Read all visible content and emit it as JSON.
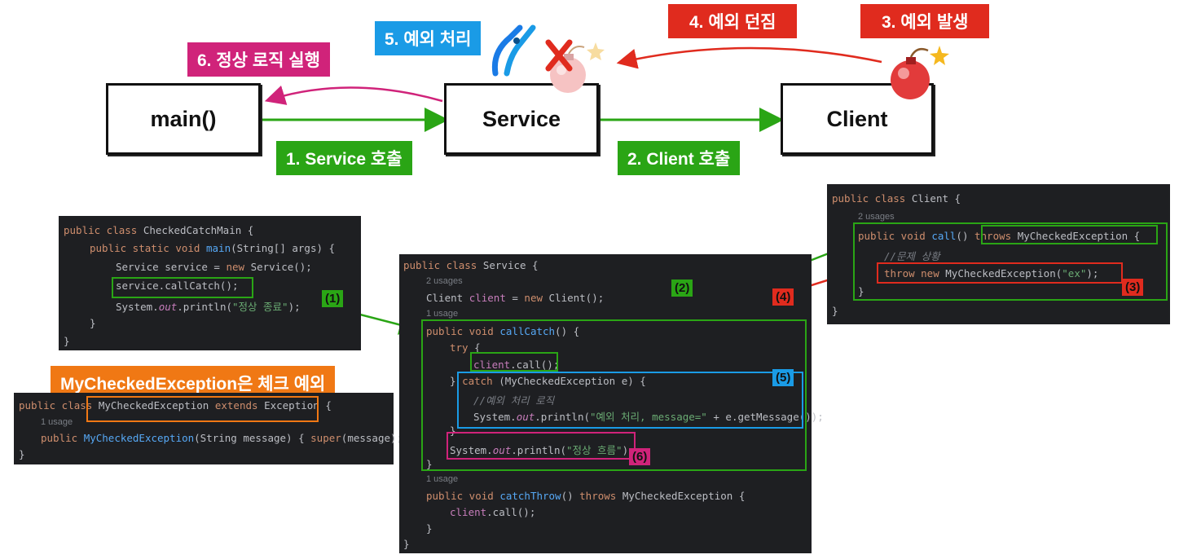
{
  "colors": {
    "green": "#2aa515",
    "red": "#e02b1e",
    "magenta": "#d0237a",
    "blue": "#1a9be6",
    "orange": "#f07814"
  },
  "boxes": {
    "main": "main()",
    "service": "Service",
    "client": "Client"
  },
  "tags": {
    "step1": "1. Service 호출",
    "step2": "2. Client 호출",
    "step3": "3. 예외 발생",
    "step4": "4. 예외 던짐",
    "step5": "5. 예외 처리",
    "step6": "6. 정상 로직 실행",
    "checked": "MyCheckedException은 체크 예외"
  },
  "icons": {
    "bomb": "bomb-icon",
    "defused_bomb": "defused-bomb-icon",
    "pliers": "pliers-icon",
    "cross": "cross-mark-icon"
  },
  "markers": [
    "(1)",
    "(2)",
    "(3)",
    "(4)",
    "(5)",
    "(6)"
  ],
  "main_code": {
    "l1_kw": "public class ",
    "l1_rest": "CheckedCatchMain {",
    "l2_kw": "public static void ",
    "l2_fn": "main",
    "l2_rest": "(String[] args) {",
    "l3_a": "Service service = ",
    "l3_kw": "new ",
    "l3_b": "Service();",
    "l4": "service.callCatch();",
    "l5_a": "System.",
    "l5_out": "out",
    "l5_b": ".println(",
    "l5_str": "\"정상 종료\"",
    "l5_c": ");",
    "l6": "}",
    "l7": "}"
  },
  "exception_code": {
    "l1_kw": "public class ",
    "l1_name": "MyCheckedException ",
    "l1_ext": "extends ",
    "l1_rest": "Exception {",
    "usage": "1 usage",
    "l2_kw": "public ",
    "l2_fn": "MyCheckedException",
    "l2_rest": "(String message) ",
    "l2_body_a": "{ ",
    "l2_super": "super",
    "l2_body_b": "(message); }",
    "l3": "}"
  },
  "service_code": {
    "l1_kw": "public class ",
    "l1_rest": "Service {",
    "usage1": "2 usages",
    "l2_a": "Client ",
    "l2_fld": "client",
    "l2_b": " = ",
    "l2_kw": "new ",
    "l2_c": "Client();",
    "usage2": "1 usage",
    "l3_kw": "public void ",
    "l3_fn": "callCatch",
    "l3_rest": "() {",
    "l4_kw": "try ",
    "l4_rest": "{",
    "l5_fld": "client",
    "l5_rest": ".call();",
    "l6_a": "} ",
    "l6_kw": "catch ",
    "l6_rest": "(MyCheckedException e) {",
    "l7": "//예외 처리 로직",
    "l8_a": "System.",
    "l8_out": "out",
    "l8_b": ".println(",
    "l8_str": "\"예외 처리, message=\"",
    "l8_c": " + e.getMessage());",
    "l9": "}",
    "l10_a": "System.",
    "l10_out": "out",
    "l10_b": ".println(",
    "l10_str": "\"정상 흐름\"",
    "l10_c": ");",
    "l11": "}",
    "usage3": "1 usage",
    "l12_kw": "public void ",
    "l12_fn": "catchThrow",
    "l12_a": "() ",
    "l12_kw2": "throws ",
    "l12_rest": "MyCheckedException {",
    "l13_fld": "client",
    "l13_rest": ".call();",
    "l14": "}",
    "l15": "}"
  },
  "client_code": {
    "l1_kw": "public class ",
    "l1_rest": "Client {",
    "usage": "2 usages",
    "l2_kw": "public void ",
    "l2_fn": "call",
    "l2_a": "() ",
    "l2_kw2": "throws ",
    "l2_rest": "MyCheckedException {",
    "l3": "//문제 상황",
    "l4_kw": "throw new ",
    "l4_a": "MyCheckedException(",
    "l4_str": "\"ex\"",
    "l4_b": ");",
    "l5": "}",
    "l6": "}"
  }
}
